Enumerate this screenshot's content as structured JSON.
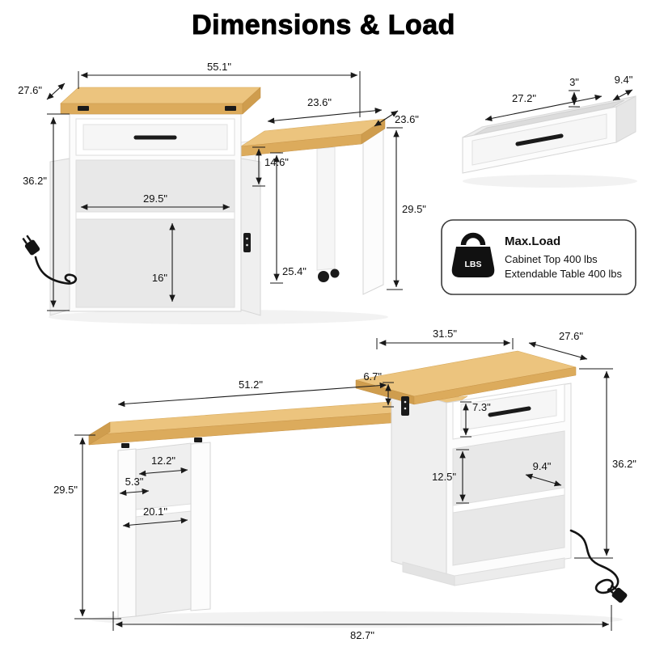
{
  "title": "Dimensions & Load",
  "cabinet_diagram": {
    "overall_width": "55.1\"",
    "top_depth": "27.6\"",
    "table_length": "23.6\"",
    "table_depth": "23.6\"",
    "apron_height": "14.6\"",
    "cabinet_height": "36.2\"",
    "interior_width": "29.5\"",
    "lower_clearance": "16\"",
    "under_table_clearance": "25.4\"",
    "table_height": "29.5\""
  },
  "drawer_diagram": {
    "height": "3\"",
    "width": "27.2\"",
    "depth": "9.4\""
  },
  "load": {
    "heading": "Max.Load",
    "line1": "Cabinet Top 400 lbs",
    "line2": "Extendable Table 400 lbs",
    "badge": "LBS"
  },
  "desk_diagram": {
    "cabinet_top_width": "31.5\"",
    "cabinet_top_depth": "27.6\"",
    "top_offset": "6.7\"",
    "drawer_height": "7.3\"",
    "tabletop_length": "51.2\"",
    "upper_shelf_height": "12.5\"",
    "cabinet_height": "36.2\"",
    "shelf_depth": "9.4\"",
    "panel_width": "12.2\"",
    "panel_shelf_depth": "5.3\"",
    "table_height": "29.5\"",
    "panel_shelf_width": "20.1\"",
    "overall_length": "82.7\""
  }
}
